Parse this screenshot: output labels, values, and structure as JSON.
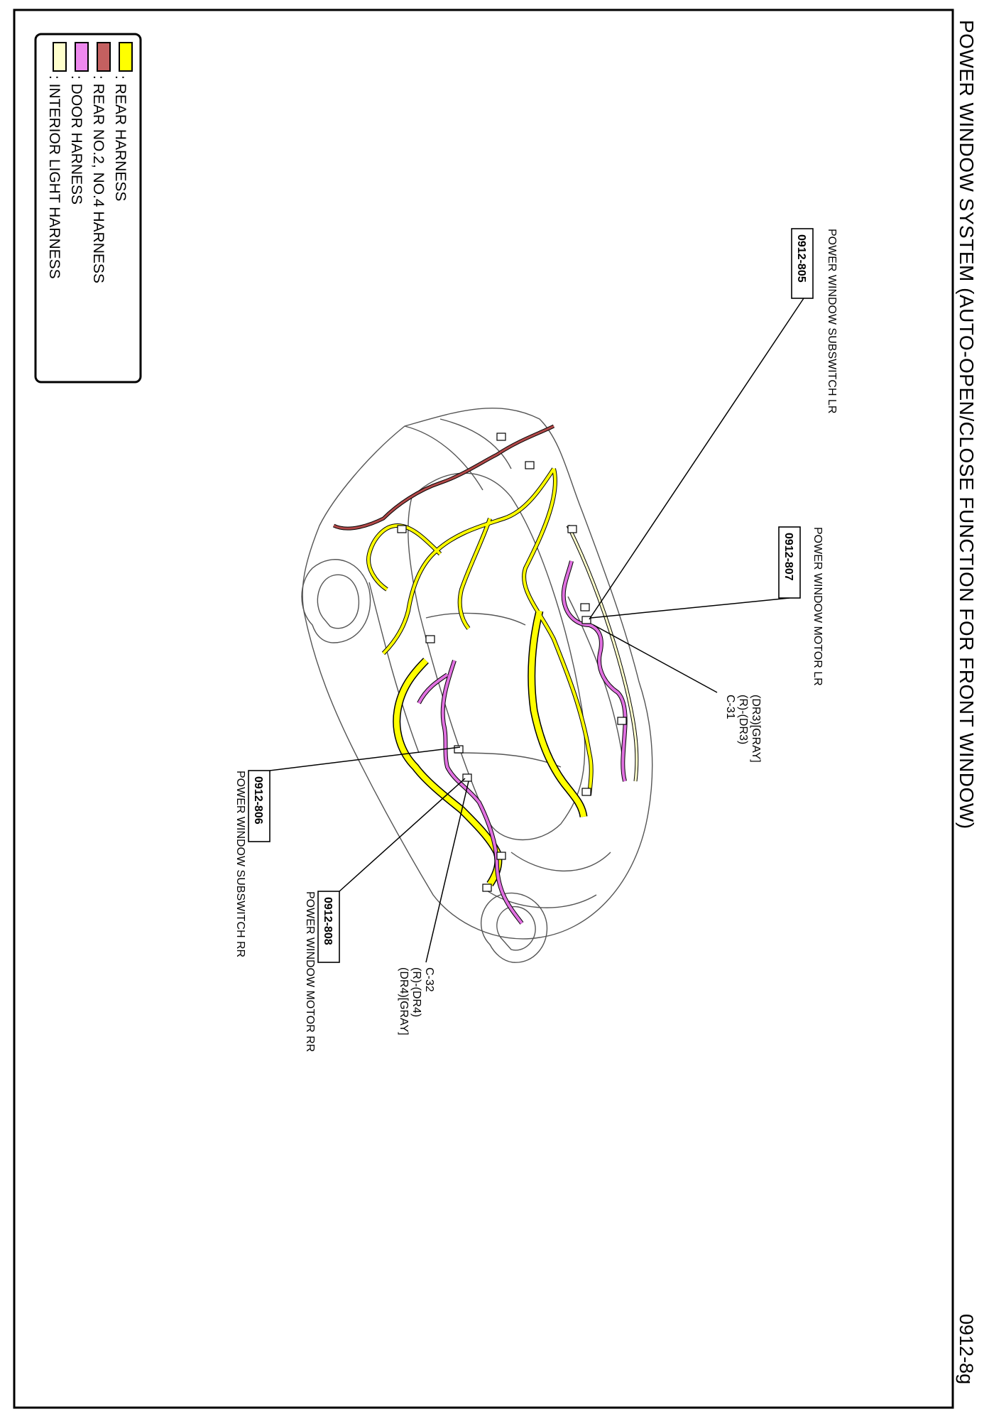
{
  "page": {
    "title": "POWER WINDOW SYSTEM (AUTO-OPEN/CLOSE FUNCTION FOR FRONT WINDOW)",
    "page_number": "0912-8g"
  },
  "legend": {
    "items": [
      {
        "label": ": REAR HARNESS",
        "color": "#ffff00"
      },
      {
        "label": ": REAR NO.2, NO.4 HARNESS",
        "color": "#c46060"
      },
      {
        "label": ": DOOR HARNESS",
        "color": "#ee88ee"
      },
      {
        "label": ": INTERIOR LIGHT HARNESS",
        "color": "#ffffcc"
      }
    ]
  },
  "callouts": {
    "subswitch_lr": {
      "ref": "0912-805",
      "name": "POWER WINDOW SUBSWITCH LR"
    },
    "motor_lr": {
      "ref": "0912-807",
      "name": "POWER WINDOW MOTOR LR"
    },
    "c31": {
      "line1": "(DR3)[GRAY]",
      "line2": "(R)-(DR3)",
      "line3": "C-31"
    },
    "subswitch_rr": {
      "ref": "0912-806",
      "name": "POWER WINDOW SUBSWITCH RR"
    },
    "motor_rr": {
      "ref": "0912-808",
      "name": "POWER WINDOW MOTOR RR"
    },
    "c32": {
      "line1": "C-32",
      "line2": "(R)-(DR4)",
      "line3": "(DR4)[GRAY]"
    }
  },
  "colors": {
    "rear_harness": "#ffff00",
    "rear_no2_no4_harness": "#b04848",
    "door_harness": "#e070e0",
    "interior_light_harness": "#ffffcc"
  }
}
